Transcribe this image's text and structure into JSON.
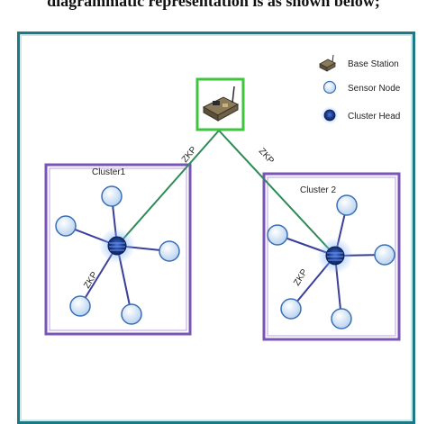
{
  "header": {
    "text": "diagrammatic representation is as shown below;"
  },
  "legend": {
    "base_station": "Base Station",
    "sensor_node": "Sensor Node",
    "cluster_head": "Cluster Head"
  },
  "clusters": [
    {
      "label": "Cluster1"
    },
    {
      "label": "Cluster 2"
    }
  ],
  "links": {
    "left_uplink": "ZKP",
    "right_uplink": "ZKP",
    "left_intra": "ZKP",
    "right_intra": "ZKP"
  },
  "colors": {
    "frame": "#1c7a86",
    "cluster_border": "#7a55b8",
    "base_station_border": "#3ec43e",
    "uplink": "#2e8b57",
    "intra_link": "#3a3f9a",
    "sensor_fill": "#d9e8f7",
    "sensor_stroke": "#3b6fb5",
    "cluster_head": "#1a3a8c"
  },
  "icons": [
    "base-station-icon",
    "sensor-node-icon",
    "cluster-head-icon"
  ]
}
